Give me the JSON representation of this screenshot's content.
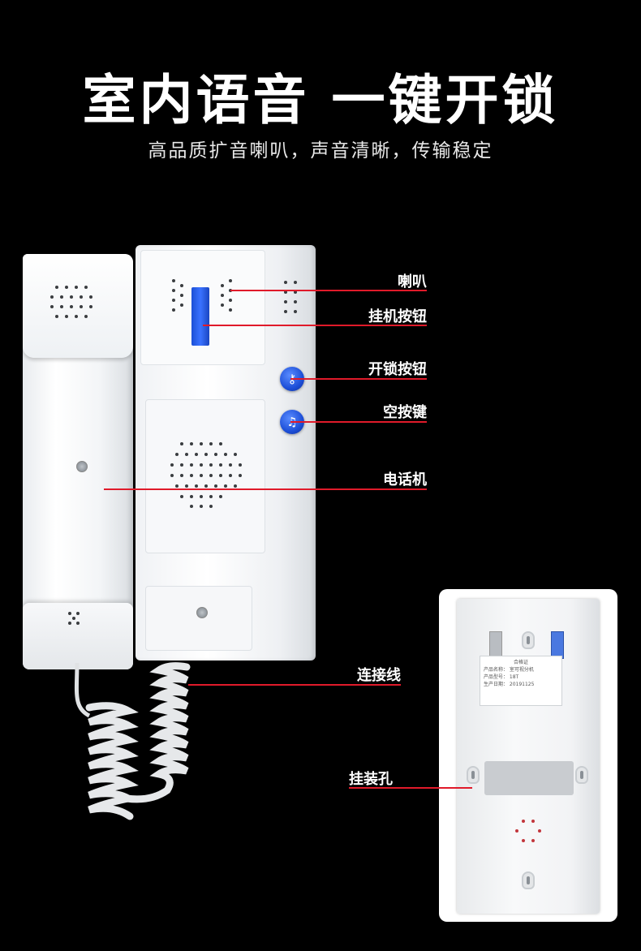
{
  "header": {
    "title": "室内语音 一键开锁",
    "subtitle": "高品质扩音喇叭，声音清晰，传输稳定"
  },
  "callouts": {
    "speaker": "喇叭",
    "hangup_button": "挂机按钮",
    "unlock_button": "开锁按钮",
    "spare_key": "空按键",
    "handset": "电话机",
    "cable": "连接线",
    "mount_hole": "挂装孔"
  },
  "label_card": {
    "header": "合格证",
    "line1": "产品名称：  室可视分机",
    "line2": "产品型号：  18T",
    "line3": "生产日期：  20191125"
  },
  "colors": {
    "background": "#000000",
    "callout_line": "#e01a2a",
    "button_blue": "#1d4fd8"
  },
  "icons": {
    "unlock_button": "key-icon",
    "spare_button": "bell-icon"
  }
}
